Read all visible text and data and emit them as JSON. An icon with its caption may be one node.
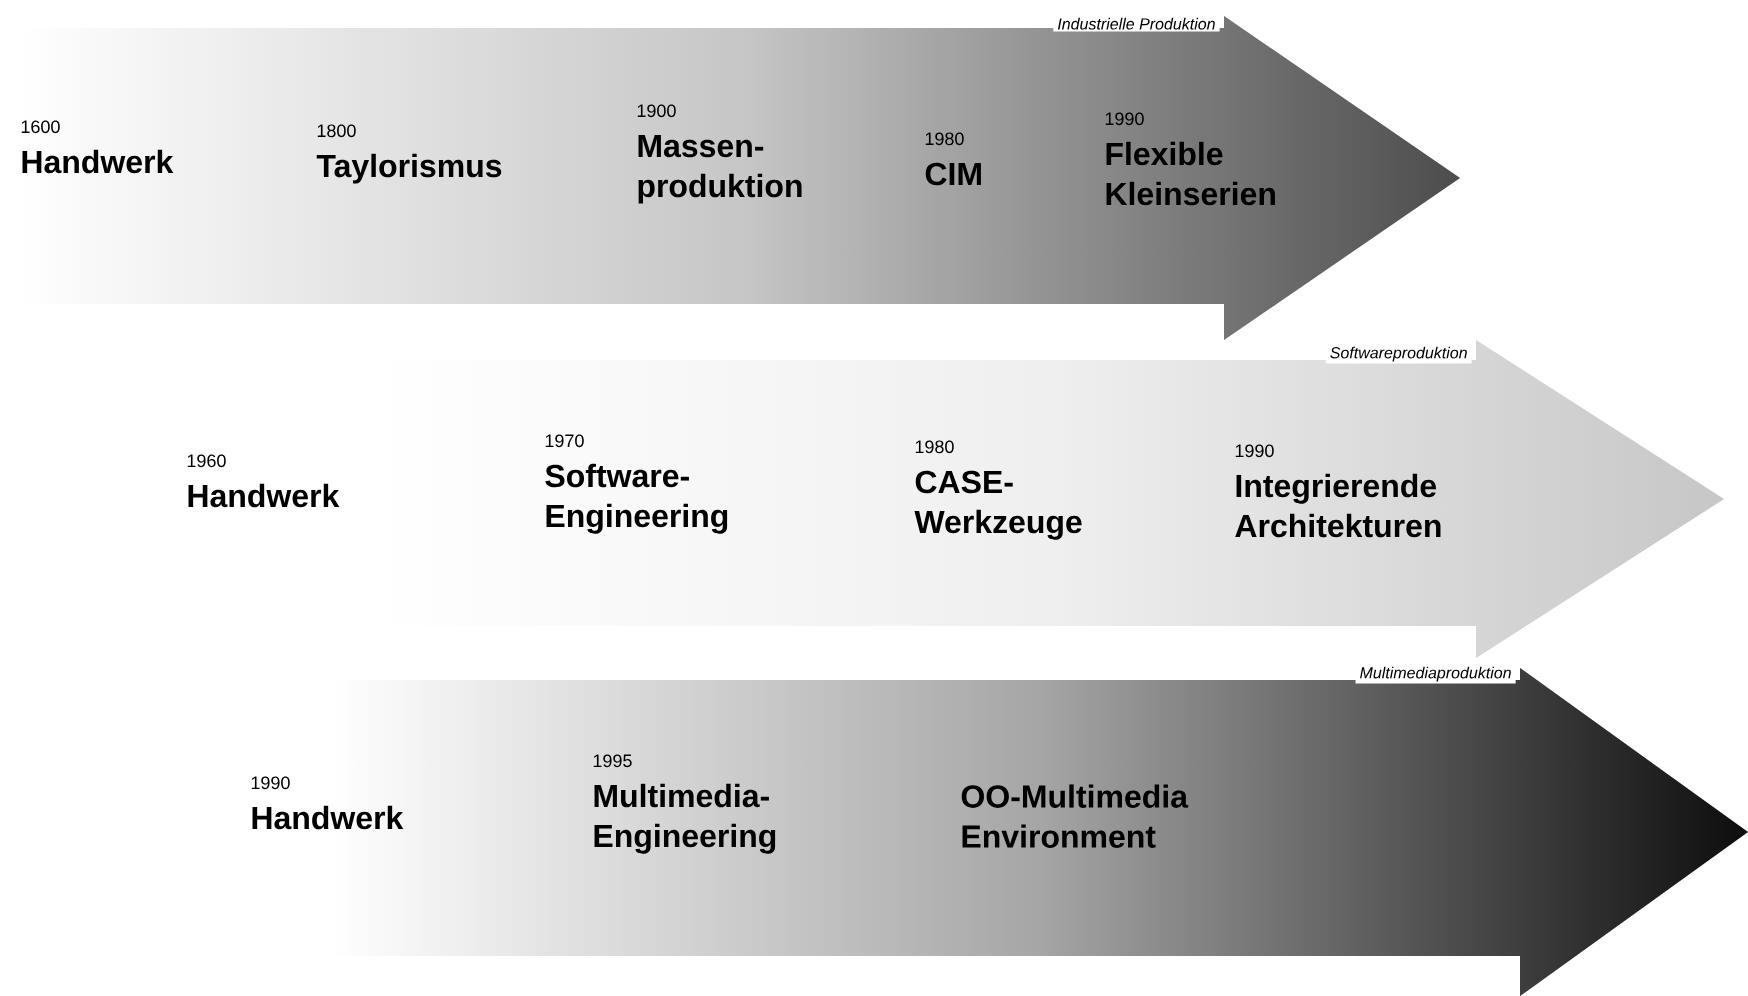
{
  "diagram": {
    "nodes": [
      {
        "text": [
          "Industrielle Produktion"
        ]
      },
      {
        "text": [
          "1600",
          "Handwerk"
        ],
        "in": 0
      },
      {
        "text": [
          "1800",
          "Taylorismus"
        ],
        "in": 0
      },
      {
        "text": [
          "1900",
          "Massen-produktion"
        ],
        "in": 0
      },
      {
        "text": [
          "1980",
          "CIM"
        ],
        "in": 0
      },
      {
        "text": [
          "1990",
          "Flexible Kleinserien"
        ],
        "in": 0
      },
      {
        "text": [
          "Softwareproduktion"
        ]
      },
      {
        "text": [
          "1960",
          "Handwerk"
        ]
      },
      {
        "text": [
          "1970",
          "Software-Engineering"
        ],
        "in": 6
      },
      {
        "text": [
          "1980",
          "CASE-Werkzeuge"
        ],
        "in": 6
      },
      {
        "text": [
          "1990",
          "Integrierende Architekturen"
        ],
        "in": 6
      },
      {
        "text": [
          "Multimediaproduktion"
        ]
      },
      {
        "text": [
          "1990",
          "Handwerk"
        ]
      },
      {
        "text": [
          "1995",
          "Multimedia-Engineering"
        ],
        "in": 11
      },
      {
        "text": [
          "OO-Multimedia Environment"
        ],
        "in": 11
      }
    ]
  }
}
